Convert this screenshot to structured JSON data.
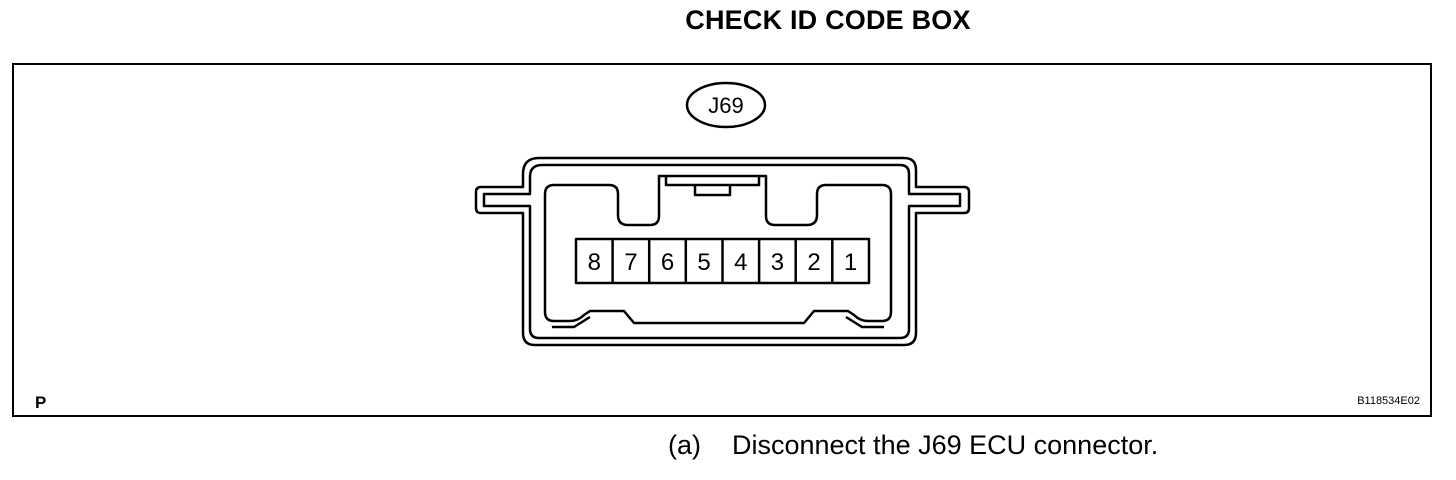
{
  "title": "CHECK ID CODE BOX",
  "connector": {
    "label": "J69",
    "pins": [
      "8",
      "7",
      "6",
      "5",
      "4",
      "3",
      "2",
      "1"
    ]
  },
  "corner_label": "P",
  "figure_id": "B118534E02",
  "instruction": {
    "step": "(a)",
    "text": "Disconnect the J69 ECU connector."
  }
}
